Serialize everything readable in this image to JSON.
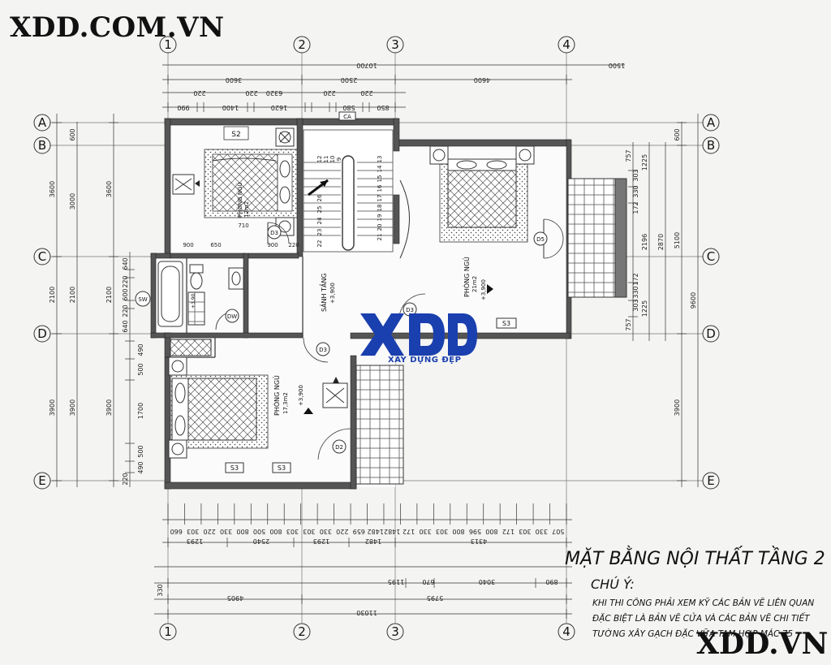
{
  "watermark_top": "XDD.COM.VN",
  "watermark_bottom": "XDD.VN",
  "title": "MẶT BẰNG NỘI THẤT TẦNG 2",
  "note": {
    "heading": "CHÚ Ý:",
    "lines": [
      "KHI THI CÔNG PHẢI XEM KỸ CÁC BẢN VẼ LIÊN QUAN",
      "ĐẶC BIỆT LÀ BẢN VẼ CỬA VÀ CÁC BẢN VẼ CHI TIẾT",
      "TƯỜNG XÂY GẠCH ĐẶC VỮA TAM HỢP MÁC 75"
    ]
  },
  "logo": {
    "text": "XDD",
    "subtitle": "XÂY DỰNG ĐẸP",
    "color": "#1a3fae"
  },
  "grid": {
    "columns": [
      "1",
      "2",
      "3",
      "4"
    ],
    "rows": [
      "A",
      "B",
      "C",
      "D",
      "E"
    ]
  },
  "rooms": {
    "bedroom_top_left": {
      "name": "PHÒNG NGỦ",
      "area": "12m2"
    },
    "bedroom_right": {
      "name": "PHÒNG NGỦ",
      "area": "21m2",
      "level": "+3,900"
    },
    "bedroom_bottom": {
      "name": "PHÒNG NGỦ",
      "area": "17,3m2",
      "level": "+3,900"
    },
    "hall": {
      "name": "SẢNH TẦNG",
      "level": "+3,900"
    },
    "wc_level": "+3,90"
  },
  "tags": {
    "s2": "S2",
    "s3": "S3",
    "sw": "SW",
    "dw": "DW",
    "d2": "D2",
    "d3": "D3",
    "d5": "D5",
    "ca": "CA"
  },
  "stairs": [
    "12",
    "11",
    "10",
    "9",
    "13",
    "14",
    "15",
    "16",
    "17",
    "18",
    "19",
    "20",
    "21",
    "22",
    "23",
    "24",
    "25",
    "26"
  ],
  "dims": {
    "top_total": "10700",
    "top_mid": [
      "3600",
      "2500",
      "4600"
    ],
    "top_detail": [
      "990",
      "220",
      "1400",
      "220",
      "1620",
      "220",
      "580",
      "220",
      "850"
    ],
    "top_extra": [
      "6320",
      "1500"
    ],
    "left_outer": [
      "3600",
      "2100",
      "3900"
    ],
    "left_inner": [
      "600",
      "3000",
      "640",
      "220",
      "600",
      "220",
      "640",
      "490",
      "500",
      "1700",
      "500",
      "490",
      "220"
    ],
    "right_outer": "9600",
    "right_mid": [
      "600",
      "5100",
      "3900"
    ],
    "right_inner": [
      "757",
      "1225",
      "2196",
      "2870",
      "1225",
      "757"
    ],
    "right_small": [
      "172",
      "330",
      "303",
      "303",
      "330",
      "172"
    ],
    "interior": [
      "900",
      "650",
      "710",
      "900",
      "220"
    ],
    "bottom_row1": [
      "660",
      "303",
      "220",
      "330",
      "800",
      "500",
      "800",
      "303",
      "303",
      "330",
      "220",
      "659",
      "1482",
      "1482",
      "172",
      "330",
      "303",
      "800",
      "596",
      "800",
      "172",
      "303",
      "330",
      "507"
    ],
    "bottom_row2": [
      "1293",
      "2540",
      "1293",
      "1482",
      "4313"
    ],
    "bottom_row3": [
      "1195",
      "670",
      "3040",
      "890"
    ],
    "bottom_row4": [
      "330",
      "4905",
      "5795"
    ],
    "bottom_total": "11030"
  }
}
